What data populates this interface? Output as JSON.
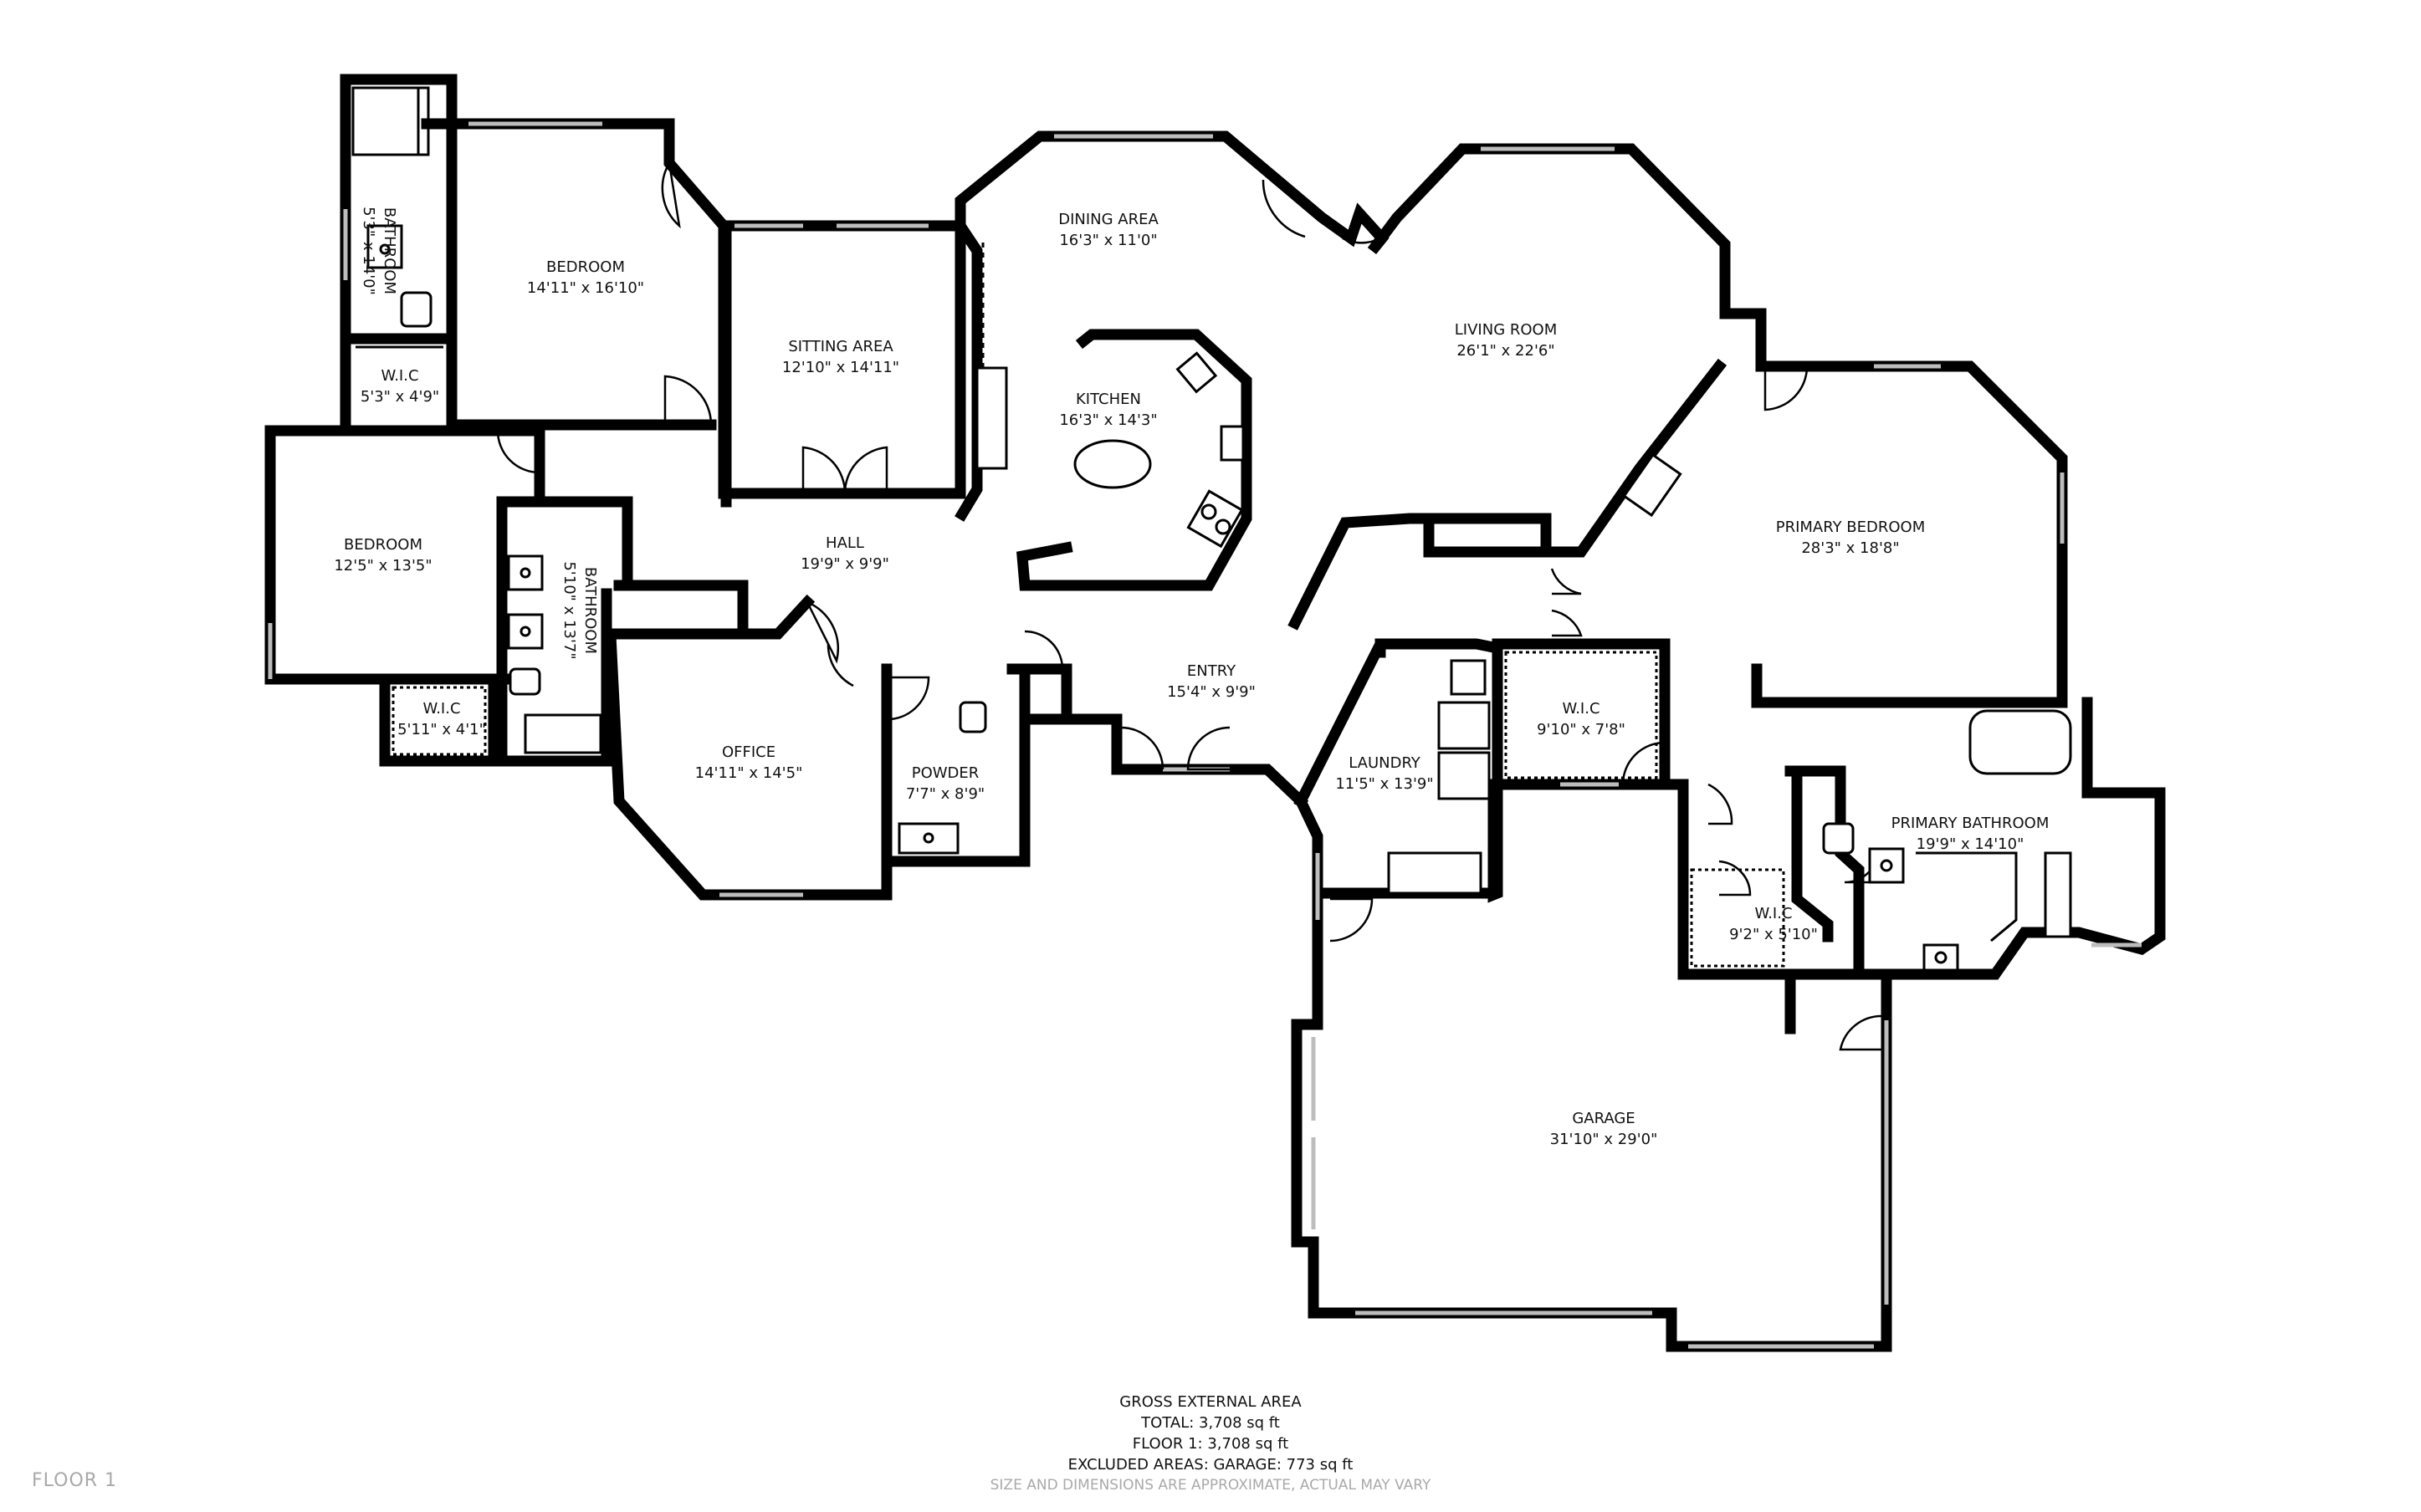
{
  "rooms": {
    "bathroom_1": {
      "name": "BATHROOM",
      "dims": "5'3\" x 14'0\""
    },
    "bedroom_1": {
      "name": "BEDROOM",
      "dims": "14'11\" x 16'10\""
    },
    "wic_1": {
      "name": "W.I.C",
      "dims": "5'3\" x 4'9\""
    },
    "sitting_area": {
      "name": "SITTING AREA",
      "dims": "12'10\" x 14'11\""
    },
    "dining_area": {
      "name": "DINING AREA",
      "dims": "16'3\" x 11'0\""
    },
    "kitchen": {
      "name": "KITCHEN",
      "dims": "16'3\" x 14'3\""
    },
    "living_room": {
      "name": "LIVING ROOM",
      "dims": "26'1\" x 22'6\""
    },
    "bedroom_2": {
      "name": "BEDROOM",
      "dims": "12'5\" x 13'5\""
    },
    "bathroom_2": {
      "name": "BATHROOM",
      "dims": "5'10\" x 13'7\""
    },
    "hall": {
      "name": "HALL",
      "dims": "19'9\" x 9'9\""
    },
    "wic_2": {
      "name": "W.I.C",
      "dims": "5'11\" x 4'1\""
    },
    "office": {
      "name": "OFFICE",
      "dims": "14'11\" x 14'5\""
    },
    "powder": {
      "name": "POWDER",
      "dims": "7'7\" x 8'9\""
    },
    "entry": {
      "name": "ENTRY",
      "dims": "15'4\" x 9'9\""
    },
    "laundry": {
      "name": "LAUNDRY",
      "dims": "11'5\" x 13'9\""
    },
    "wic_3": {
      "name": "W.I.C",
      "dims": "9'10\" x 7'8\""
    },
    "primary_bedroom": {
      "name": "PRIMARY BEDROOM",
      "dims": "28'3\" x 18'8\""
    },
    "primary_bathroom": {
      "name": "PRIMARY BATHROOM",
      "dims": "19'9\" x 14'10\""
    },
    "wic_4": {
      "name": "W.I.C",
      "dims": "9'2\" x 5'10\""
    },
    "garage": {
      "name": "GARAGE",
      "dims": "31'10\" x 29'0\""
    }
  },
  "area_summary": {
    "heading": "GROSS EXTERNAL AREA",
    "total": "TOTAL: 3,708 sq ft",
    "floor": "FLOOR 1: 3,708 sq ft",
    "excluded": "EXCLUDED AREAS: GARAGE: 773 sq ft",
    "note": "SIZE AND DIMENSIONS ARE APPROXIMATE, ACTUAL MAY VARY"
  },
  "floor_label": "FLOOR 1",
  "colors": {
    "wall": "#000000",
    "window": "#bdbdbd",
    "note": "#a9a9a9"
  }
}
